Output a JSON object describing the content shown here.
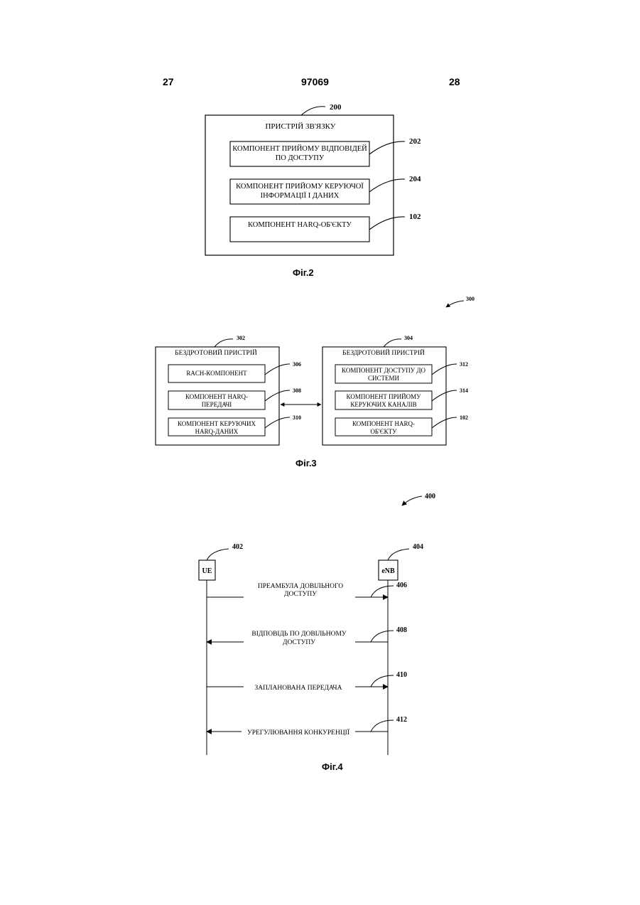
{
  "header": {
    "left_page": "27",
    "doc_number": "97069",
    "right_page": "28"
  },
  "fig2": {
    "caption": "Фіг.2",
    "ref_main": "200",
    "title": "ПРИСТРІЙ ЗВ'ЯЗКУ",
    "components": [
      {
        "ref": "202",
        "lines": [
          "КОМПОНЕНТ ПРИЙОМУ ВІДПОВІДЕЙ",
          "ПО ДОСТУПУ"
        ]
      },
      {
        "ref": "204",
        "lines": [
          "КОМПОНЕНТ ПРИЙОМУ КЕРУЮЧОЇ",
          "ІНФОРМАЦІЇ І ДАНИХ"
        ]
      },
      {
        "ref": "102",
        "lines": [
          "КОМПОНЕНТ HARQ-ОБ'ЄКТУ"
        ]
      }
    ]
  },
  "fig3": {
    "caption": "Фіг.3",
    "ref_main": "300",
    "left": {
      "ref": "302",
      "title": "БЕЗДРОТОВИЙ ПРИСТРІЙ",
      "components": [
        {
          "ref": "306",
          "lines": [
            "RACH-КОМПОНЕНТ"
          ]
        },
        {
          "ref": "308",
          "lines": [
            "КОМПОНЕНТ HARQ-",
            "ПЕРЕДАЧІ"
          ]
        },
        {
          "ref": "310",
          "lines": [
            "КОМПОНЕНТ КЕРУЮЧИХ",
            "HARQ-ДАНИХ"
          ]
        }
      ]
    },
    "right": {
      "ref": "304",
      "title": "БЕЗДРОТОВИЙ ПРИСТРІЙ",
      "components": [
        {
          "ref": "312",
          "lines": [
            "КОМПОНЕНТ ДОСТУПУ ДО",
            "СИСТЕМИ"
          ]
        },
        {
          "ref": "314",
          "lines": [
            "КОМПОНЕНТ ПРИЙОМУ",
            "КЕРУЮЧИХ КАНАЛІВ"
          ]
        },
        {
          "ref": "102",
          "lines": [
            "КОМПОНЕНТ HARQ-",
            "ОБ'ЄКТУ"
          ]
        }
      ]
    }
  },
  "fig4": {
    "caption": "Фіг.4",
    "ref_main": "400",
    "ue": {
      "ref": "402",
      "label": "UE"
    },
    "enb": {
      "ref": "404",
      "label": "eNB"
    },
    "messages": [
      {
        "ref": "406",
        "lines": [
          "ПРЕАМБУЛА ДОВІЛЬНОГО",
          "ДОСТУПУ"
        ],
        "direction": "to-enb"
      },
      {
        "ref": "408",
        "lines": [
          "ВІДПОВІДЬ ПО ДОВІЛЬНОМУ",
          "ДОСТУПУ"
        ],
        "direction": "to-ue"
      },
      {
        "ref": "410",
        "lines": [
          "ЗАПЛАНОВАНА ПЕРЕДАЧА"
        ],
        "direction": "to-enb"
      },
      {
        "ref": "412",
        "lines": [
          "УРЕГУЛЮВАННЯ КОНКУРЕНЦІЇ"
        ],
        "direction": "to-ue"
      }
    ]
  }
}
